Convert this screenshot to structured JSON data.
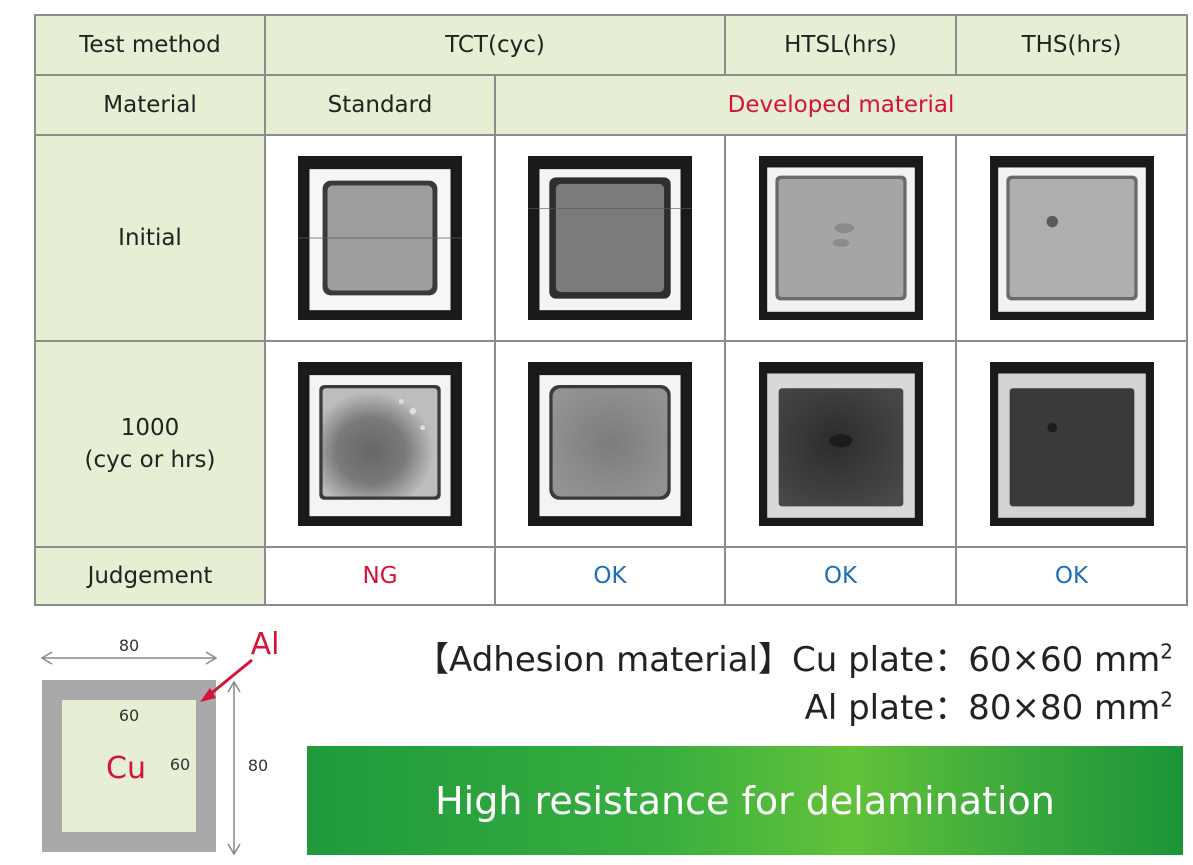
{
  "table": {
    "header_row": {
      "label": "Test method",
      "tct": "TCT(cyc)",
      "htsl": "HTSL(hrs)",
      "ths": "THS(hrs)"
    },
    "material_row": {
      "label": "Material",
      "standard": "Standard",
      "developed": "Developed material"
    },
    "initial_row": {
      "label": "Initial"
    },
    "after_row": {
      "label_line1": "1000",
      "label_line2": "(cyc or hrs)"
    },
    "judgement_row": {
      "label": "Judgement",
      "values": [
        "NG",
        "OK",
        "OK",
        "OK"
      ]
    }
  },
  "diagram": {
    "outer_width": "80",
    "outer_height": "80",
    "inner_width": "60",
    "inner_height": "60",
    "outer_label": "Al",
    "inner_label": "Cu"
  },
  "adhesion": {
    "line1": "【Adhesion material】Cu plate：60×60 mm",
    "line2": "Al plate：80×80 mm",
    "superscript": "2"
  },
  "banner": {
    "text": "High resistance for delamination"
  },
  "colors": {
    "header_bg": "#e6efd3",
    "ng": "#d6123a",
    "ok": "#1e6eb8",
    "banner": "#38ae3e"
  }
}
